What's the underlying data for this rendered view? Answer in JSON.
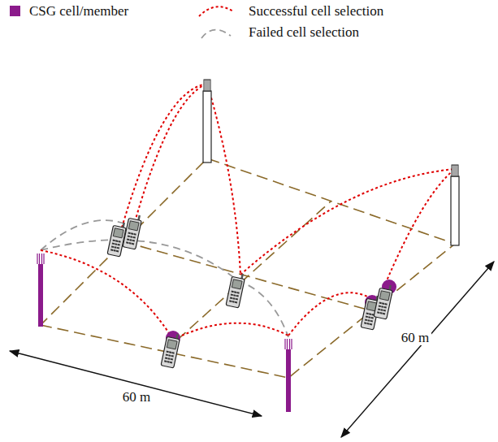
{
  "diagram": {
    "labels": [
      "60 m",
      "60 m"
    ],
    "legend": [
      {
        "text": "CSG cell/member",
        "color": "#8b1a8b"
      },
      {
        "text": "Successful cell selection"
      },
      {
        "text": "Failed cell selection"
      }
    ]
  }
}
